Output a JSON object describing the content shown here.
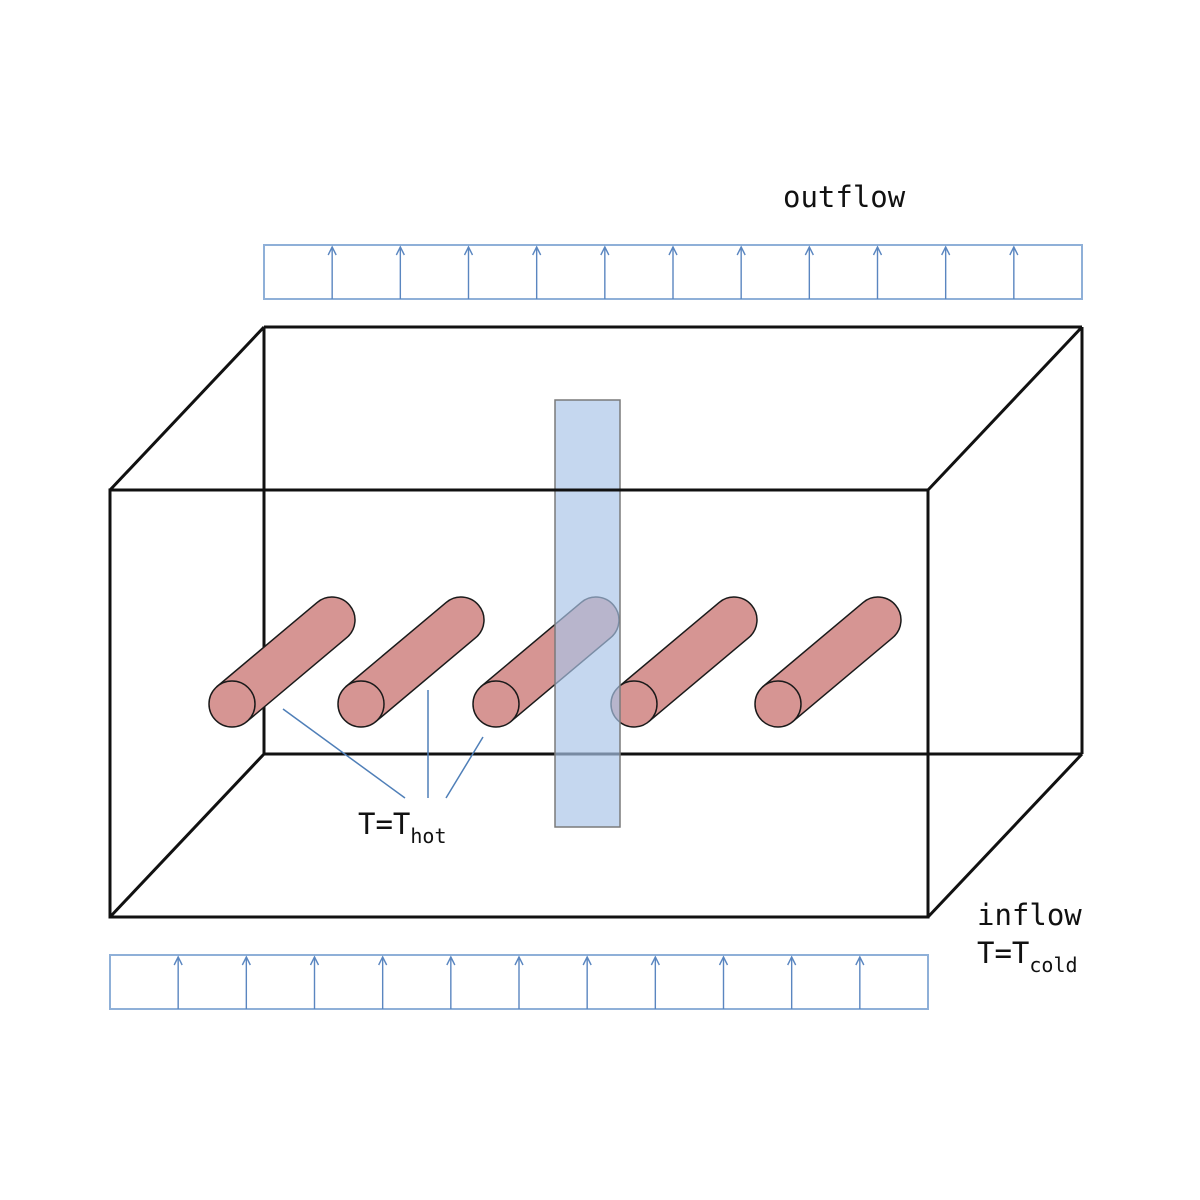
{
  "labels": {
    "outflow": "outflow",
    "inflow": "inflow",
    "hot_main": "T=T",
    "hot_sub": "hot",
    "cold_main": "T=T",
    "cold_sub": "cold"
  },
  "colors": {
    "box_edge": "#111111",
    "flow_arrow": "#5a86c0",
    "flow_border": "#8fb0d8",
    "cylinder_fill": "#d69593",
    "cylinder_edge": "#1a1a1a",
    "slice_fill": "#a9c4e8",
    "slice_edge": "#7a7a7a",
    "leader_line": "#4f7fb8"
  },
  "diagram": {
    "cylinder_count": 5,
    "outflow_arrow_count": 11,
    "inflow_arrow_count": 11
  }
}
